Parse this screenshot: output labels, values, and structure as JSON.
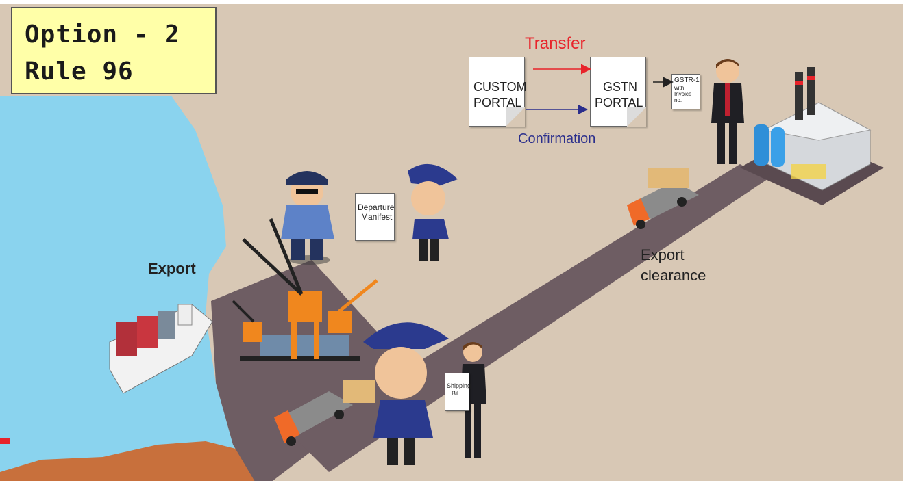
{
  "title": {
    "line1": "Option - 2",
    "line2": "Rule 96"
  },
  "portals": {
    "custom_line1": "CUSTOM",
    "custom_line2": "PORTAL",
    "gstn_line1": "GSTN",
    "gstn_line2": "PORTAL"
  },
  "arrows": {
    "transfer": "Transfer",
    "confirmation": "Confirmation"
  },
  "documents": {
    "gstr_line1": "GSTR-1",
    "gstr_line2": "with",
    "gstr_line3": "Invoice",
    "gstr_line4": "no.",
    "departure_line1": "Departure",
    "departure_line2": "Manifest",
    "shipping_line1": "Shipping",
    "shipping_line2": "Bil"
  },
  "labels": {
    "export": "Export",
    "export_clearance_line1": "Export",
    "export_clearance_line2": "clearance"
  },
  "colors": {
    "sea": "#8ad3ee",
    "land": "#d8c8b5",
    "road": "#6e5d63",
    "transfer_arrow": "#e8232a",
    "confirmation_arrow": "#2a2e8c",
    "title_box": "#ffffa8",
    "officer_uniform": "#2b3a8e",
    "crane": "#f0871e"
  }
}
